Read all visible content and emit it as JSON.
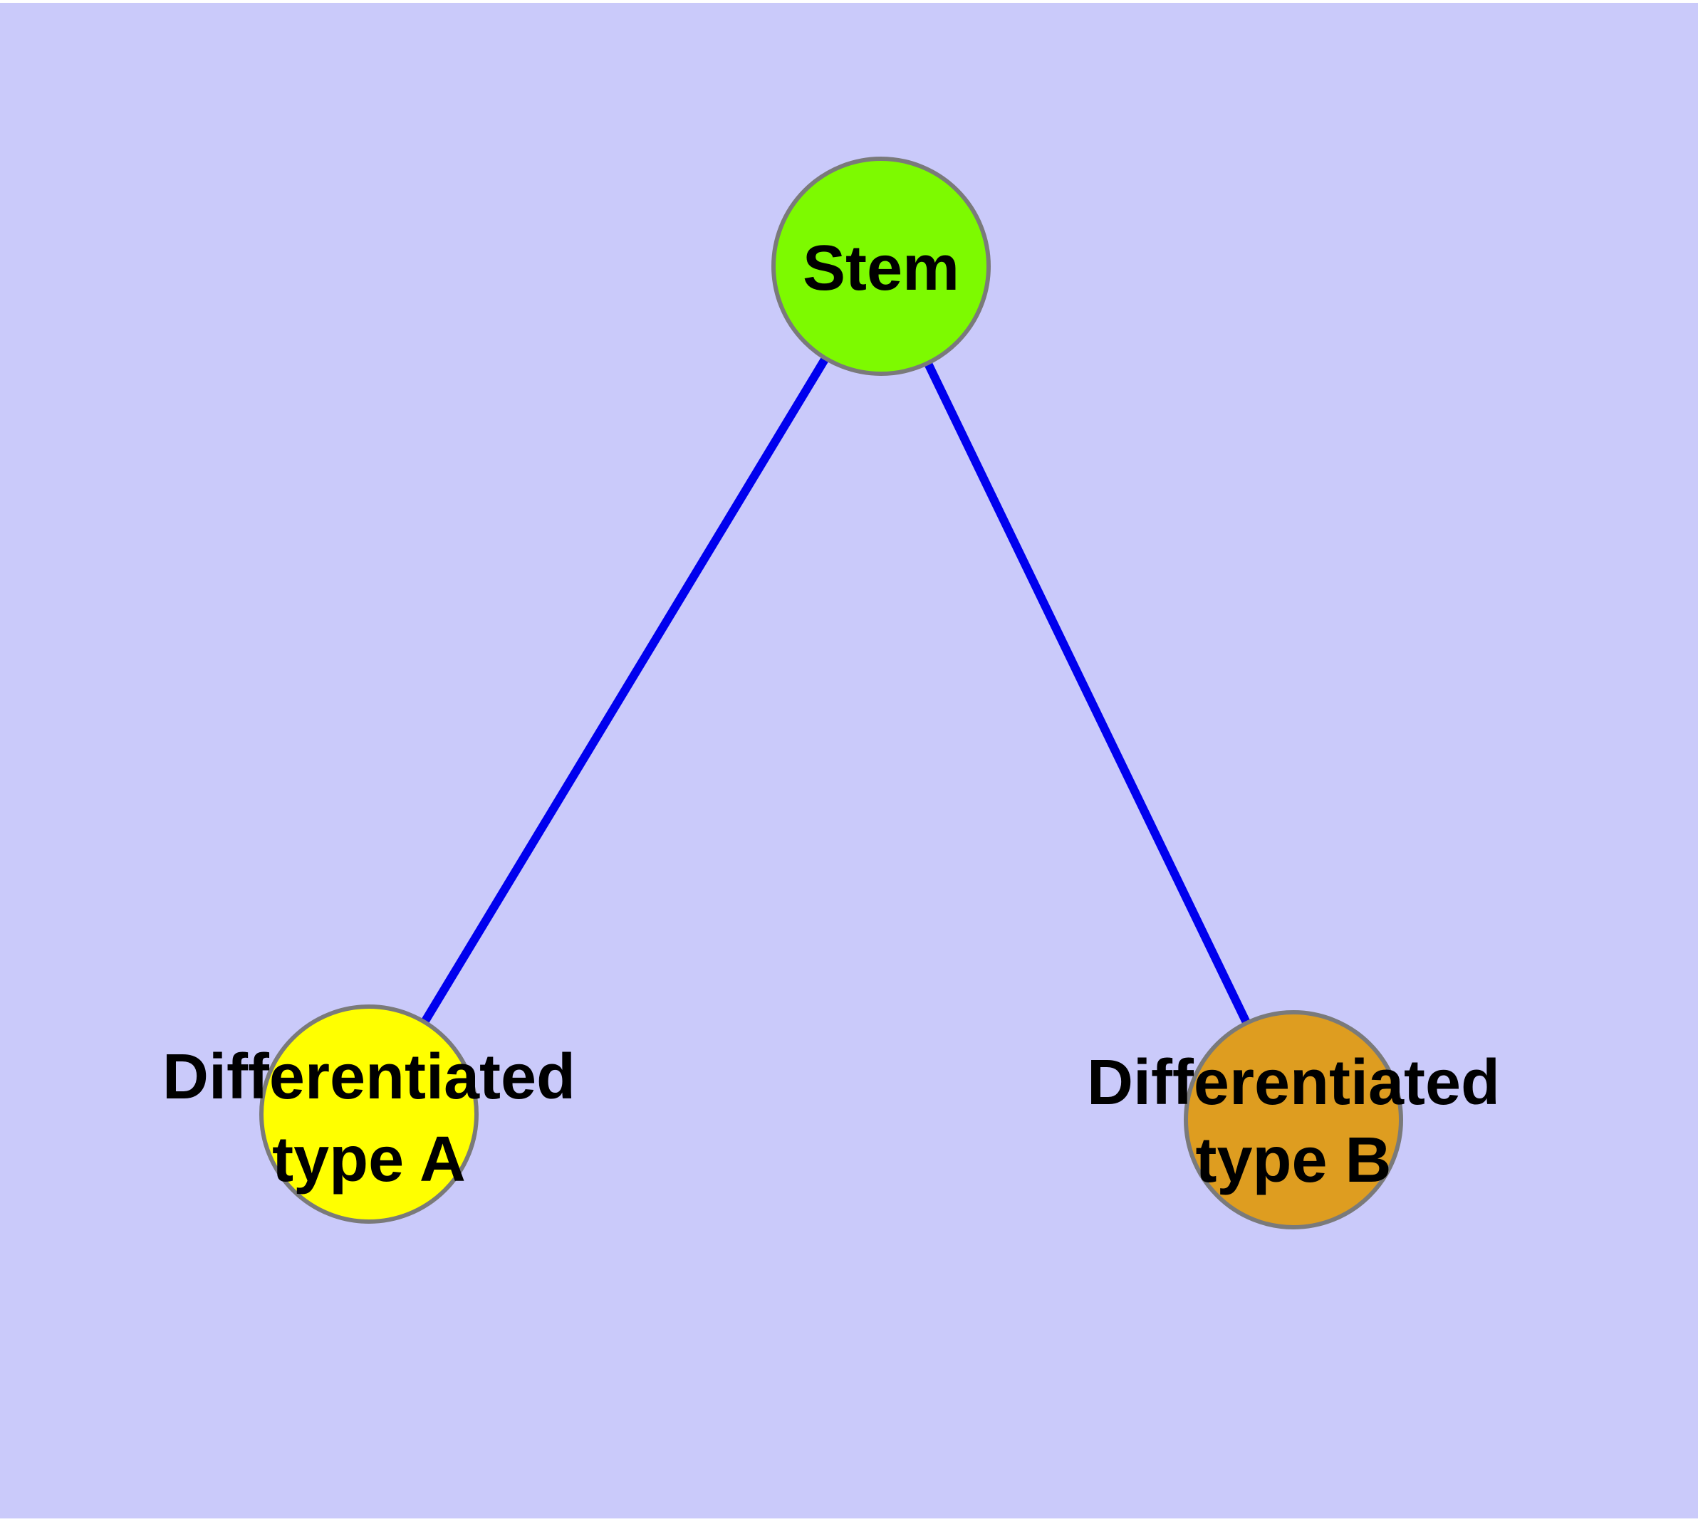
{
  "diagram": {
    "background_color": "#CACAFA",
    "page_color": "#FFFFFF",
    "edge_color": "#0000EE",
    "node_border_color": "#7A7A7A",
    "label_color": "#000000",
    "nodes": [
      {
        "id": "stem",
        "label": "Stem",
        "lines": [
          "Stem"
        ],
        "fill": "#7DFA00"
      },
      {
        "id": "differentiated-type-a",
        "label": "Differentiated type A",
        "lines": [
          "Differentiated",
          "type A"
        ],
        "fill": "#FFFF00"
      },
      {
        "id": "differentiated-type-b",
        "label": "Differentiated type B",
        "lines": [
          "Differentiated",
          "type B"
        ],
        "fill": "#DE9D20"
      }
    ],
    "edges": [
      {
        "from": "stem",
        "to": "differentiated-type-a"
      },
      {
        "from": "stem",
        "to": "differentiated-type-b"
      }
    ]
  }
}
